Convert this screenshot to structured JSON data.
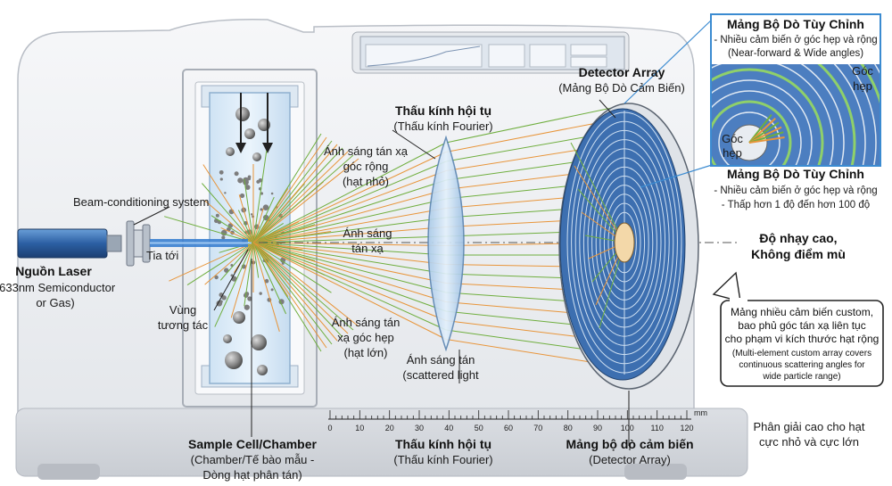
{
  "colors": {
    "background": "#ffffff",
    "instrument_body": "#eef0f3",
    "instrument_outline": "#b9bec6",
    "laser_beam": "#3b7fd0",
    "wide_angle_rays": "#e8953a",
    "narrow_angle_rays": "#6fae3e",
    "detector_blue": "#3d6fb0",
    "callout_border": "#222222"
  },
  "icons": [
    "laser-source-icon",
    "particle-flow-arrow-icon",
    "fourier-lens-icon",
    "detector-array-icon"
  ],
  "labels": {
    "beam_conditioning": "Beam-conditioning system",
    "laser_title": "Nguồn Laser",
    "laser_sub1": "(633nm Semiconductor",
    "laser_sub2": "or Gas)",
    "incident": "Tia tới",
    "interaction_1": "Vùng",
    "interaction_2": "tương tác",
    "wide_1": "Ánh sáng tán xạ",
    "wide_2": "góc rộng",
    "wide_3": "(hạt nhỏ)",
    "scatter_mid_1": "Ánh sáng",
    "scatter_mid_2": "tán xạ",
    "narrow_1": "Ánh sáng tán",
    "narrow_2": "xạ góc hẹp",
    "narrow_3": "(hạt lớn)",
    "scattered_1": "Ánh sáng tán",
    "scattered_2": "(scattered light",
    "lens_title": "Thấu kính hội tụ",
    "lens_sub": "(Thấu kính Fourier)",
    "detector_title": "Detector Array",
    "detector_sub": "(Mảng Bộ Dò Cảm Biến)",
    "sensitivity_1": "Độ nhạy cao,",
    "sensitivity_2": "Không điểm mù",
    "resolution_1": "Phân giải cao cho hạt",
    "resolution_2": "cực nhỏ và cực lớn",
    "ruler_unit": "mm",
    "bottom_cell_title": "Sample Cell/Chamber",
    "bottom_cell_sub1": "(Chamber/Tế bào mẫu -",
    "bottom_cell_sub2": "Dòng hạt phân tán)",
    "bottom_lens_title": "Thấu kính hội tụ",
    "bottom_lens_sub": "(Thấu kính Fourier)",
    "bottom_det_title": "Mảng bộ dò cảm biến",
    "bottom_det_sub": "(Detector Array)"
  },
  "inset": {
    "title": "Mảng Bộ Dò Tùy Chỉnh",
    "line1": "- Nhiều cảm biến ở góc hẹp và rộng",
    "line2": "(Near-forward & Wide angles)",
    "wide_1": "Góc",
    "wide_2": "hẹp",
    "narrow_1": "Góc",
    "narrow_2": "hẹp"
  },
  "detector_note": {
    "title": "Mảng Bộ Dò Tùy Chỉnh",
    "line1": "- Nhiều cảm biến ở góc hẹp và rộng",
    "line2": "- Thấp hơn 1 độ đến hơn 100 độ"
  },
  "callout": {
    "line1": "Mảng nhiều cảm biến custom,",
    "line2": "bao phủ góc tán xạ liên tục",
    "line3": "cho phạm vi kích thước hạt rộng",
    "line4": "(Multi-element custom array covers",
    "line5": "continuous scattering angles for",
    "line6": "wide particle range)"
  },
  "ruler": {
    "ticks": [
      "0",
      "10",
      "20",
      "30",
      "40",
      "50",
      "60",
      "70",
      "80",
      "90",
      "100",
      "110",
      "120"
    ]
  }
}
